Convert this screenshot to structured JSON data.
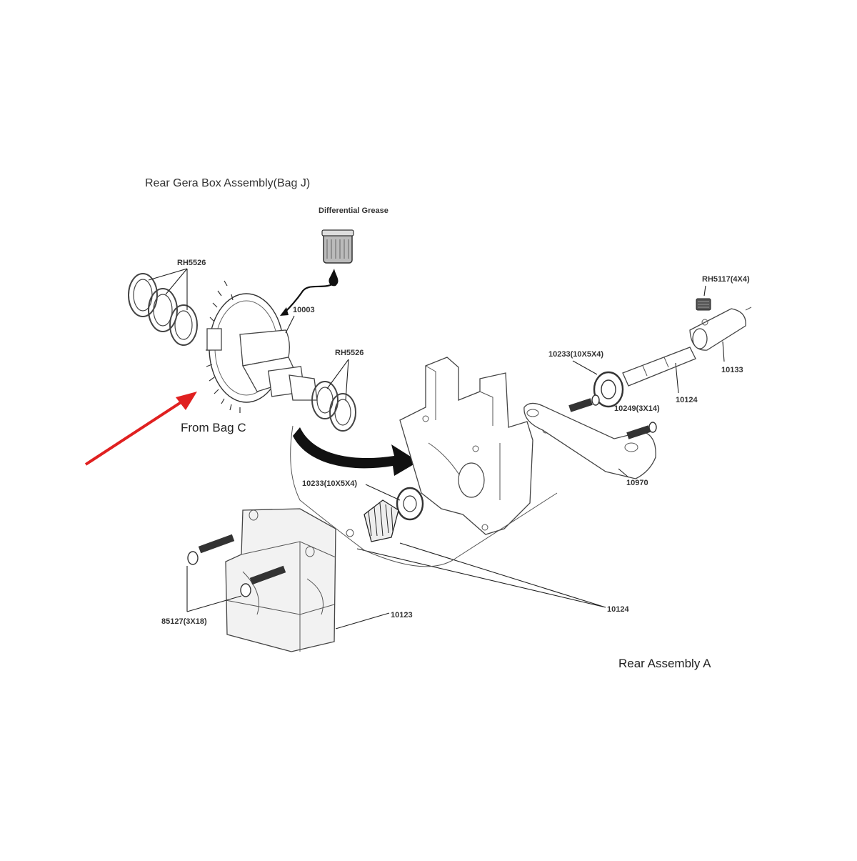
{
  "title": "Rear Gera Box Assembly(Bag J)",
  "footer": "Rear Assembly A",
  "note": "From Bag C",
  "grease_label": "Differential Grease",
  "labels": {
    "shims_top": "RH5526",
    "diff": "10003",
    "shims_mid": "RH5526",
    "set_screw": "RH5117(4X4)",
    "outdrive": "10133",
    "bearing_top": "10233(10X5X4)",
    "shaft_top": "10124",
    "screws_mid": "10249(3X14)",
    "brace": "10970",
    "bearing_low": "10233(10X5X4)",
    "screws_low": "85127(3X18)",
    "case_low": "10123",
    "shaft_low": "10124"
  },
  "colors": {
    "arrow": "#e02020",
    "ink": "#222222"
  },
  "icons": {
    "pointer": "red-arrow-icon",
    "flow": "curved-arrow-icon"
  }
}
